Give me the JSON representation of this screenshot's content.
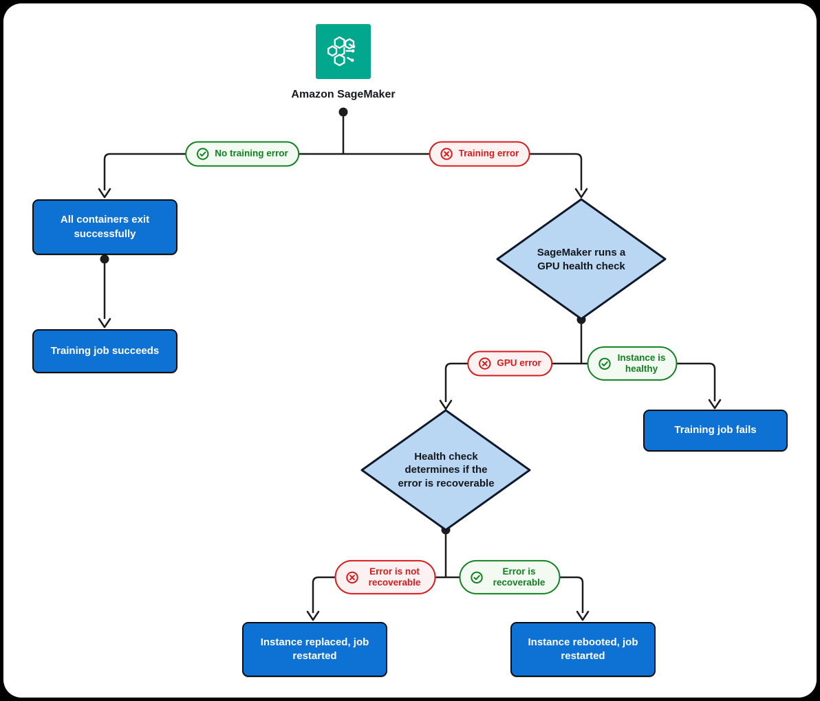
{
  "diagram": {
    "title": "Amazon SageMaker",
    "nodes": {
      "all_containers": {
        "label": "All containers exit successfully"
      },
      "job_succeeds": {
        "label": "Training job succeeds"
      },
      "gpu_health_check": {
        "label": "SageMaker runs a GPU health check"
      },
      "job_fails": {
        "label": "Training job fails"
      },
      "recoverable_check": {
        "label": "Health check determines if the error is recoverable"
      },
      "instance_replaced": {
        "label": "Instance replaced, job restarted"
      },
      "instance_rebooted": {
        "label": "Instance rebooted, job restarted"
      }
    },
    "edge_labels": {
      "no_training_error": "No training error",
      "training_error": "Training error",
      "gpu_error": "GPU error",
      "instance_healthy": "Instance is healthy",
      "error_not_recoverable": "Error is not recoverable",
      "error_recoverable": "Error is recoverable"
    },
    "colors": {
      "brand_teal": "#01a88d",
      "process_blue": "#0d72d3",
      "decision_fill": "#b9d6f2",
      "decision_border": "#10182b",
      "success_green": "#108220",
      "success_bg": "#f3faf1",
      "error_red": "#d91a1a",
      "error_bg": "#fdf2f1",
      "connector": "#1c1c1c"
    }
  }
}
